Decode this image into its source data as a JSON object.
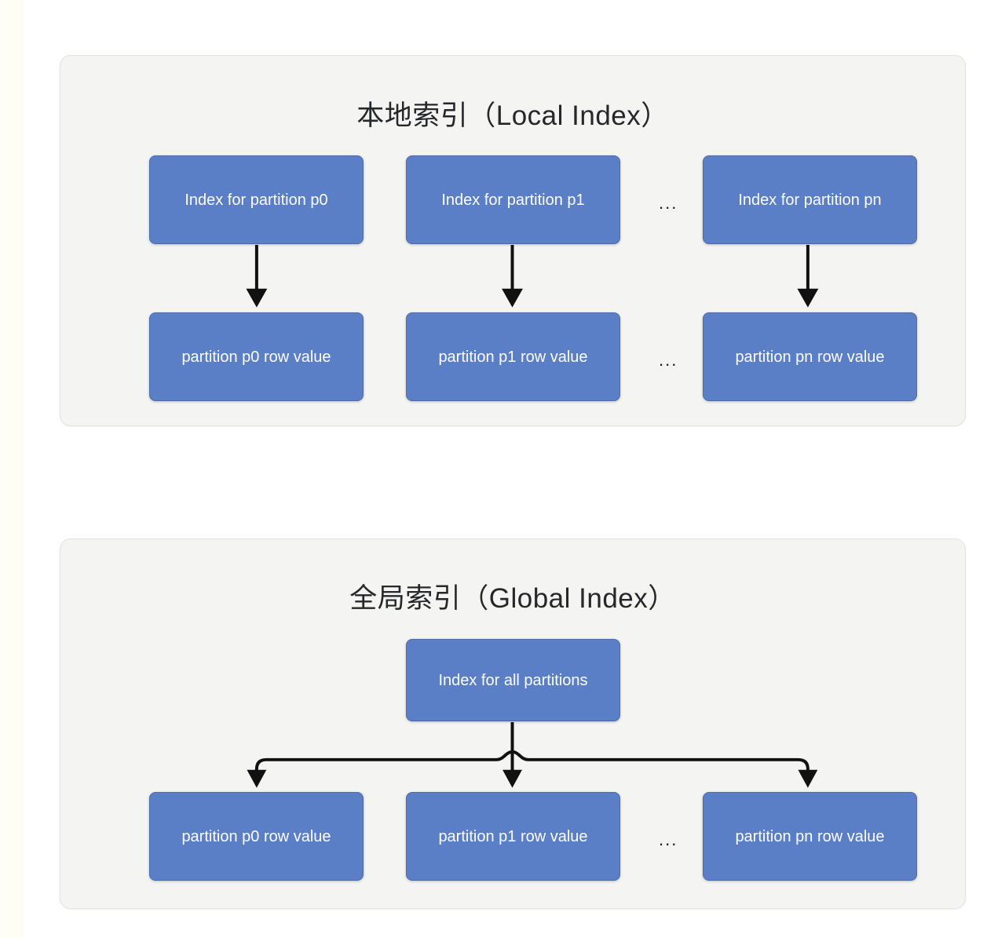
{
  "diagram": {
    "title_local": "本地索引（Local Index）",
    "title_global": "全局索引（Global Index）",
    "ellipsis": "...",
    "colors": {
      "node_fill": "#5B7FC7",
      "node_border": "#4C6BAB",
      "node_text": "#FFFFFF",
      "panel_bg": "#F4F4F2",
      "panel_border": "#E2E2E0",
      "page_bg": "#FFFFFF",
      "title_text": "#26272B",
      "arrow": "#111111"
    },
    "local_index": {
      "index_nodes": [
        "Index for partition p0",
        "Index for partition p1",
        "Index for partition pn"
      ],
      "value_nodes": [
        "partition p0 row value",
        "partition p1 row value",
        "partition pn row value"
      ]
    },
    "global_index": {
      "root_node": "Index for all partitions",
      "value_nodes": [
        "partition p0 row value",
        "partition p1 row value",
        "partition pn row value"
      ]
    }
  }
}
